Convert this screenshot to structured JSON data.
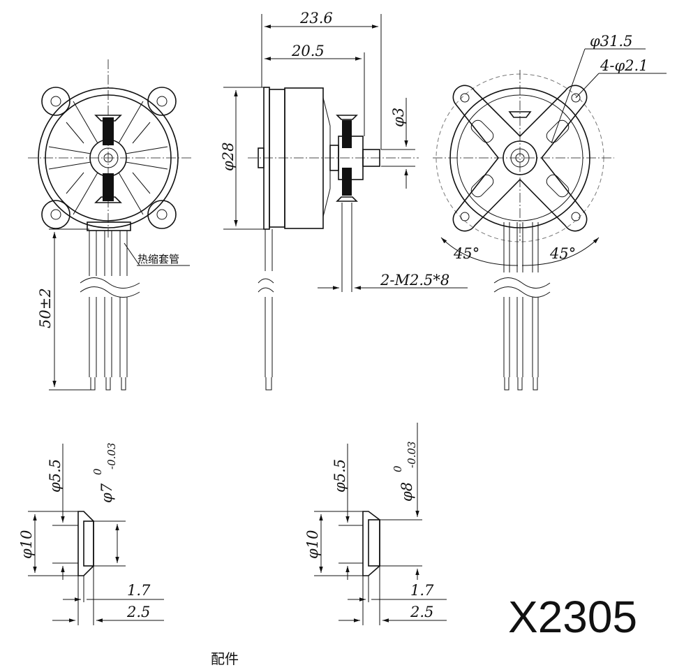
{
  "title": "X2305",
  "accessories_label": "配件",
  "front_view": {
    "heat_shrink_label": "热缩套管",
    "wire_length": "50±2"
  },
  "side_view": {
    "overall_length": "23.6",
    "body_length": "20.5",
    "shaft_diameter": "φ3",
    "body_diameter": "φ28",
    "screws": "2-M2.5*8"
  },
  "rear_view": {
    "mount_circle": "φ31.5",
    "mount_holes": "4-φ2.1",
    "angle_left": "45°",
    "angle_right": "45°"
  },
  "adapter_left": {
    "inner_diameter": "φ5.5",
    "shaft_fit_main": "φ7",
    "shaft_fit_upper_tol": "0",
    "shaft_fit_lower_tol": "-0.03",
    "flange_diameter": "φ10",
    "flange_thickness": "1.7",
    "total_length": "2.5"
  },
  "adapter_right": {
    "inner_diameter": "φ5.5",
    "shaft_fit_main": "φ8",
    "shaft_fit_upper_tol": "0",
    "shaft_fit_lower_tol": "-0.03",
    "flange_diameter": "φ10",
    "flange_thickness": "1.7",
    "total_length": "2.5"
  }
}
